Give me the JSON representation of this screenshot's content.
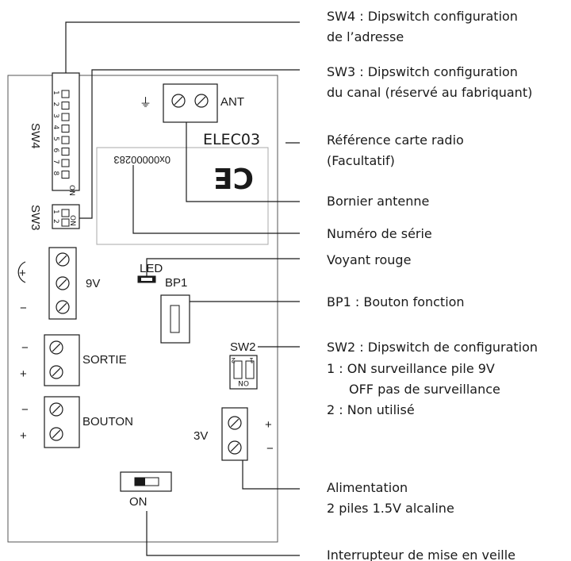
{
  "board": {
    "ant_label": "ANT",
    "ant_symbol": "⏚",
    "ref_label": "ELEC03",
    "serial_text": "0x00000283",
    "ce_mark": "CE",
    "sw4_label": "SW4",
    "sw4_numbers": [
      "1",
      "2",
      "3",
      "4",
      "5",
      "6",
      "7",
      "8"
    ],
    "sw4_on": "ON",
    "sw3_label": "SW3",
    "sw3_numbers": [
      "1",
      "2"
    ],
    "sw3_on": "ON",
    "terminal_9v": {
      "label": "9V",
      "plus": "+",
      "minus": "−"
    },
    "led_label": "LED",
    "bp1_label": "BP1",
    "sortie": {
      "label": "SORTIE",
      "top": "−",
      "bottom": "+"
    },
    "bouton": {
      "label": "BOUTON",
      "top": "−",
      "bottom": "+"
    },
    "sw2": {
      "label": "SW2",
      "numbers": [
        "2",
        "1"
      ],
      "on": "ON"
    },
    "terminal_3v": {
      "label": "3V",
      "plus": "+",
      "minus": "−"
    },
    "switch_on_label": "ON"
  },
  "callouts": {
    "sw4": [
      "SW4 : Dipswitch configuration",
      "de l’adresse"
    ],
    "sw3": [
      "SW3 : Dipswitch configuration",
      "du canal (réservé au fabriquant)"
    ],
    "ref": [
      "Référence carte radio",
      "(Facultatif)"
    ],
    "antenna": "Bornier antenne",
    "serial": "Numéro de série",
    "led": "Voyant rouge",
    "bp1": "BP1 : Bouton fonction",
    "sw2": [
      "SW2 : Dipswitch de configuration",
      "1 : ON surveillance pile 9V",
      "OFF pas de surveillance",
      "2 : Non utilisé"
    ],
    "power": [
      "Alimentation",
      "2 piles 1.5V alcaline"
    ],
    "standby": "Interrupteur de mise en veille"
  }
}
